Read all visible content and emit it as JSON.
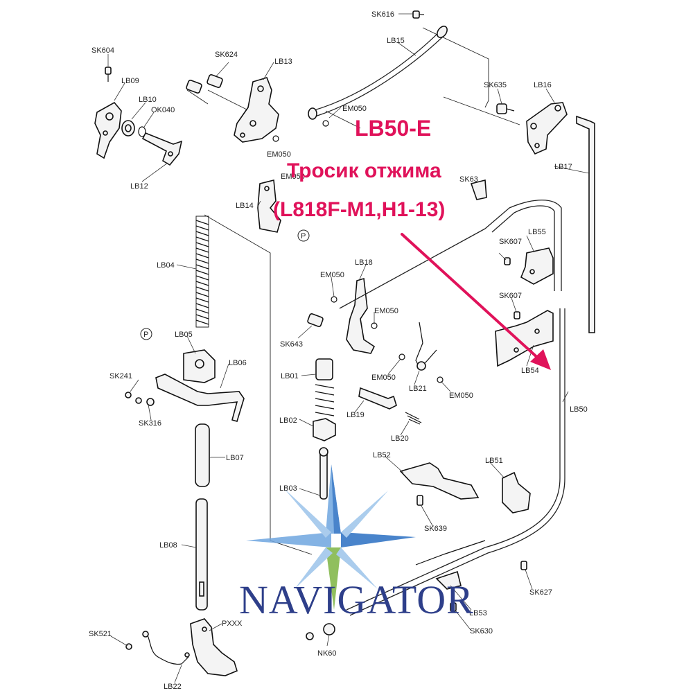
{
  "overlay": {
    "line1": "LB50-E",
    "line2": "Тросик отжима",
    "line3": "(L818F-M1,H1-13)",
    "arrow_color": "#e0125a"
  },
  "brand": {
    "name": "NAVIGATOR",
    "color": "#2e3f8a",
    "star_color": "#2a6fc2"
  },
  "labels": {
    "SK616": "SK616",
    "LB15": "LB15",
    "SK604": "SK604",
    "SK624": "SK624",
    "LB13": "LB13",
    "LB09": "LB09",
    "LB10": "LB10",
    "OK040": "OK040",
    "EM050_top": "EM050",
    "SK635": "SK635",
    "LB16": "LB16",
    "EM050_mid1": "EM050",
    "EM050_mid2": "EM050",
    "LB12": "LB12",
    "LB17": "LB17",
    "SK63x": "SK63",
    "LB14": "LB14",
    "LB55": "LB55",
    "SK607_a": "SK607",
    "LB04": "LB04",
    "LB18": "LB18",
    "EM050_b": "EM050",
    "SK607_b": "SK607",
    "EM050_c": "EM050",
    "LB05": "LB05",
    "SK643": "SK643",
    "LB06": "LB06",
    "LB54": "LB54",
    "SK241": "SK241",
    "LB01": "LB01",
    "EM050_d": "EM050",
    "LB21": "LB21",
    "EM050_e": "EM050",
    "LB50": "LB50",
    "SK316": "SK316",
    "LB19": "LB19",
    "LB02": "LB02",
    "LB20": "LB20",
    "LB52": "LB52",
    "LB07": "LB07",
    "LB51": "LB51",
    "LB03": "LB03",
    "SK639": "SK639",
    "LB08": "LB08",
    "SK627": "SK627",
    "LB53": "LB53",
    "SK521": "SK521",
    "PXXX": "PXXX",
    "SK630": "SK630",
    "NK60": "NK60",
    "LB22": "LB22",
    "P_a": "P",
    "P_b": "P"
  }
}
